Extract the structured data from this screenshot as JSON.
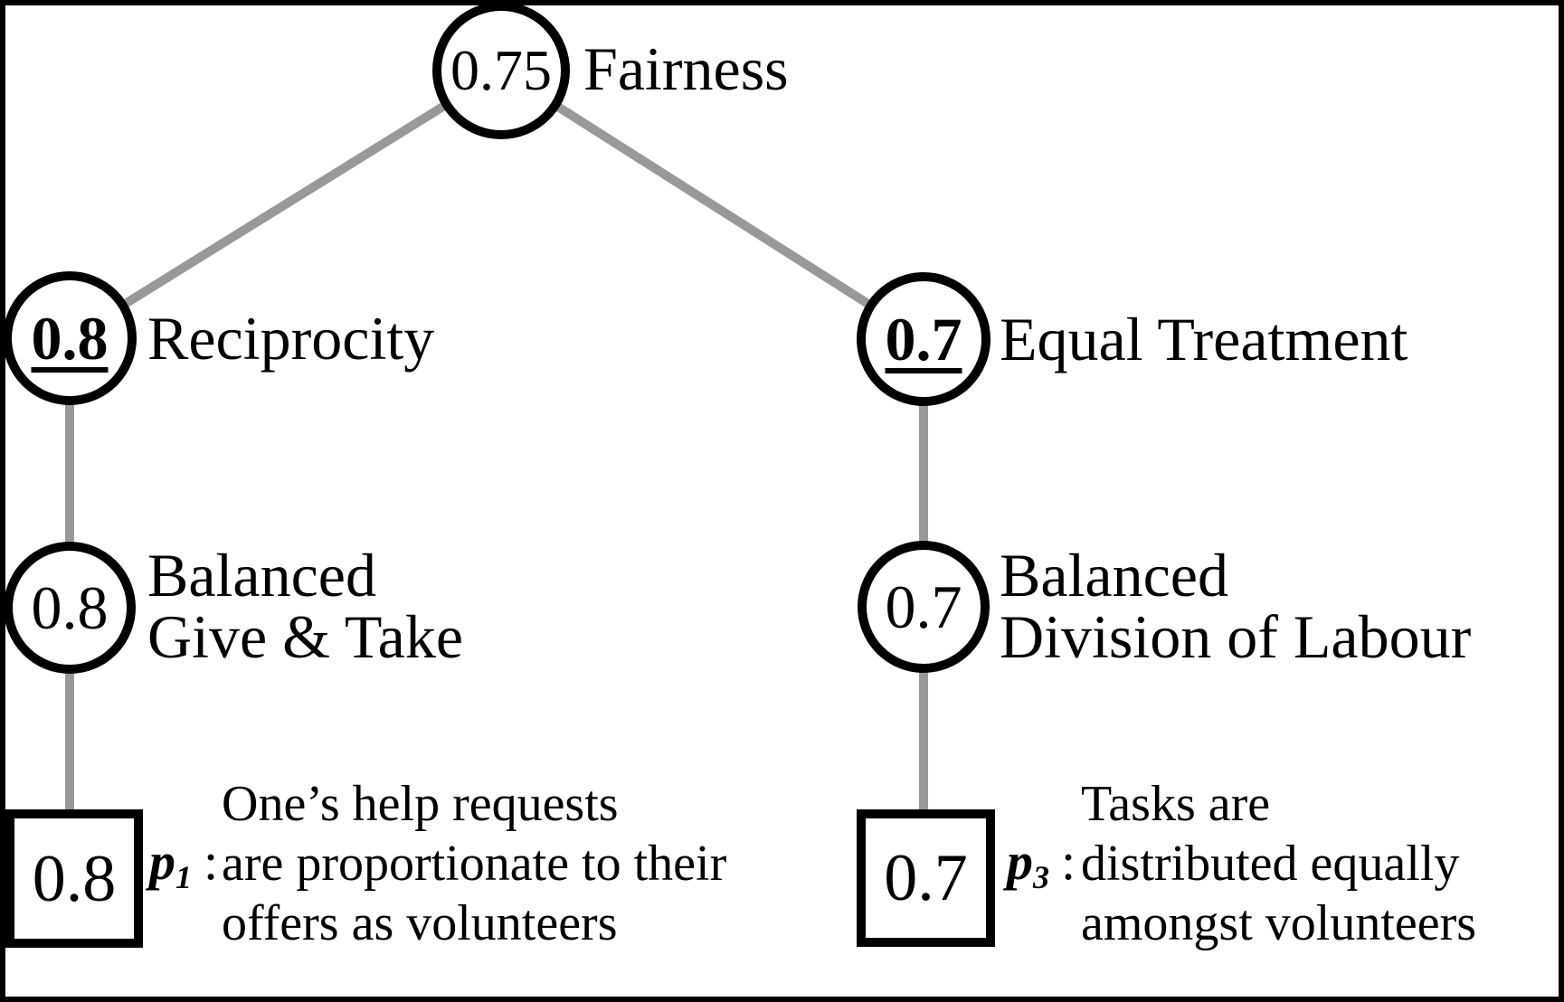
{
  "canvas": {
    "background": "#ffffff",
    "frame_color": "#000000"
  },
  "colors": {
    "edge": "#999999",
    "node_stroke": "#000000",
    "text": "#000000"
  },
  "nodes": {
    "fairness": {
      "value": "0.75",
      "label": "Fairness"
    },
    "reciprocity": {
      "value": "0.8",
      "label": "Reciprocity"
    },
    "equal_treatment": {
      "value": "0.7",
      "label": "Equal Treatment"
    },
    "balanced_give_take": {
      "value": "0.8",
      "label_line1": "Balanced",
      "label_line2": "Give & Take"
    },
    "balanced_division_of_labour": {
      "value": "0.7",
      "label_line1": "Balanced",
      "label_line2": "Division of Labour"
    },
    "p1": {
      "value": "0.8",
      "symbol": "p",
      "subscript": "1",
      "separator": ":",
      "desc_line1": "One’s help requests",
      "desc_line2": "are proportionate to their",
      "desc_line3": "offers as volunteers"
    },
    "p3": {
      "value": "0.7",
      "symbol": "p",
      "subscript": "3",
      "separator": ":",
      "desc_line1": "Tasks are",
      "desc_line2": "distributed equally",
      "desc_line3": "amongst volunteers"
    }
  },
  "edges": [
    [
      "fairness",
      "reciprocity"
    ],
    [
      "fairness",
      "equal_treatment"
    ],
    [
      "reciprocity",
      "balanced_give_take"
    ],
    [
      "equal_treatment",
      "balanced_division_of_labour"
    ],
    [
      "balanced_give_take",
      "p1"
    ],
    [
      "balanced_division_of_labour",
      "p3"
    ]
  ]
}
